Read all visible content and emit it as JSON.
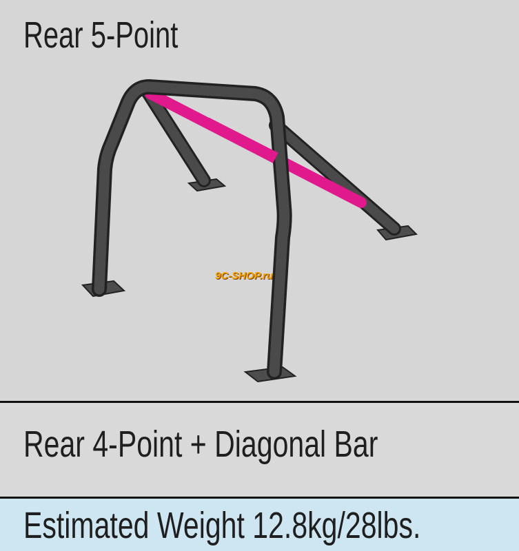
{
  "header": {
    "title": "Rear 5-Point"
  },
  "diagram": {
    "tube_color": "#4a4a4a",
    "tube_outline": "#222222",
    "diagonal_color": "#e0198c",
    "watermark": "9C-SHOP.ru"
  },
  "options": {
    "variant_label": "Rear 4-Point + Diagonal Bar",
    "weight_label": "Estimated Weight 12.8kg/28lbs."
  },
  "colors": {
    "background": "#d6d6d6",
    "weight_band": "#cde6f2",
    "divider": "#111111"
  }
}
